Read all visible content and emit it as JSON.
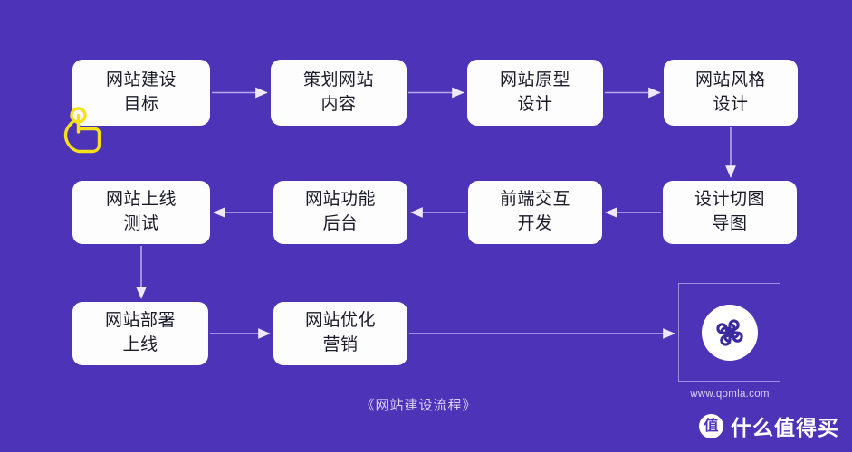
{
  "theme": {
    "background": "#4C33B8",
    "node_fill": "#FDFDFE",
    "node_text": "#1B1B2B",
    "connector": "#B6A9E8",
    "cursor": "#F5E019",
    "caption_text": "#DAD3F5"
  },
  "diagram": {
    "caption": "《网站建设流程》",
    "type": "flowchart",
    "nodes": [
      {
        "id": "n1",
        "label": "网站建设\n目标",
        "row": 1,
        "col": 1
      },
      {
        "id": "n2",
        "label": "策划网站\n内容",
        "row": 1,
        "col": 2
      },
      {
        "id": "n3",
        "label": "网站原型\n设计",
        "row": 1,
        "col": 3
      },
      {
        "id": "n4",
        "label": "网站风格\n设计",
        "row": 1,
        "col": 4
      },
      {
        "id": "n5",
        "label": "网站上线\n测试",
        "row": 2,
        "col": 1
      },
      {
        "id": "n6",
        "label": "网站功能\n后台",
        "row": 2,
        "col": 2
      },
      {
        "id": "n7",
        "label": "前端交互\n开发",
        "row": 2,
        "col": 3
      },
      {
        "id": "n8",
        "label": "设计切图\n导图",
        "row": 2,
        "col": 4
      },
      {
        "id": "n9",
        "label": "网站部署\n上线",
        "row": 3,
        "col": 1
      },
      {
        "id": "n10",
        "label": "网站优化\n营销",
        "row": 3,
        "col": 2
      }
    ],
    "edges": [
      {
        "from": "n1",
        "to": "n2",
        "direction": "right"
      },
      {
        "from": "n2",
        "to": "n3",
        "direction": "right"
      },
      {
        "from": "n3",
        "to": "n4",
        "direction": "right"
      },
      {
        "from": "n4",
        "to": "n8",
        "direction": "down"
      },
      {
        "from": "n8",
        "to": "n7",
        "direction": "left"
      },
      {
        "from": "n7",
        "to": "n6",
        "direction": "left"
      },
      {
        "from": "n6",
        "to": "n5",
        "direction": "left"
      },
      {
        "from": "n5",
        "to": "n9",
        "direction": "down"
      },
      {
        "from": "n9",
        "to": "n10",
        "direction": "right"
      },
      {
        "from": "n10",
        "to": "logo",
        "direction": "right"
      }
    ]
  },
  "logo": {
    "name": "qomla-logo",
    "url": "www.qomla.com"
  },
  "cursor": {
    "name": "tap-hand-cursor"
  },
  "watermark": {
    "badge": "值",
    "text": "什么值得买"
  }
}
